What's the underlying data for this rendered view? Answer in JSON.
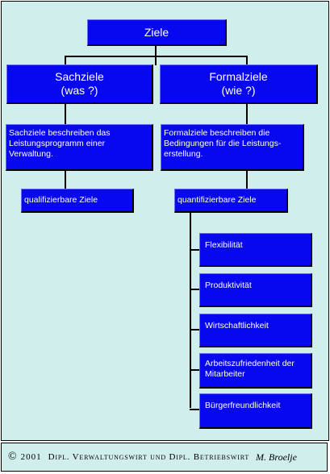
{
  "root": {
    "label": "Ziele"
  },
  "sachziele": {
    "title_line1": "Sachziele",
    "title_line2": "(was ?)",
    "description": "Sachziele beschreiben das Leistungsprogramm einer Verwaltung.",
    "sub": "qualifizierbare Ziele"
  },
  "formalziele": {
    "title_line1": "Formalziele",
    "title_line2": "(wie ?)",
    "description": "Formalziele beschreiben die Bedingungen für die Leistungs-erstellung.",
    "sub": "quantifizierbare Ziele",
    "items": [
      "Flexibilität",
      "Produktivität",
      "Wirtschaftlichkeit",
      "Arbeitszufriedenheit der Mitarbeiter",
      "Bürgerfreundlichkeit"
    ]
  },
  "footer": {
    "copyright_symbol": "©",
    "year": "2001",
    "text": "Dipl. Verwaltungswirt und Dipl. Betriebswirt",
    "signature": "M. Broelje"
  },
  "colors": {
    "box": "#0808f0",
    "background": "#d0eeec",
    "text": "#ffffff"
  }
}
